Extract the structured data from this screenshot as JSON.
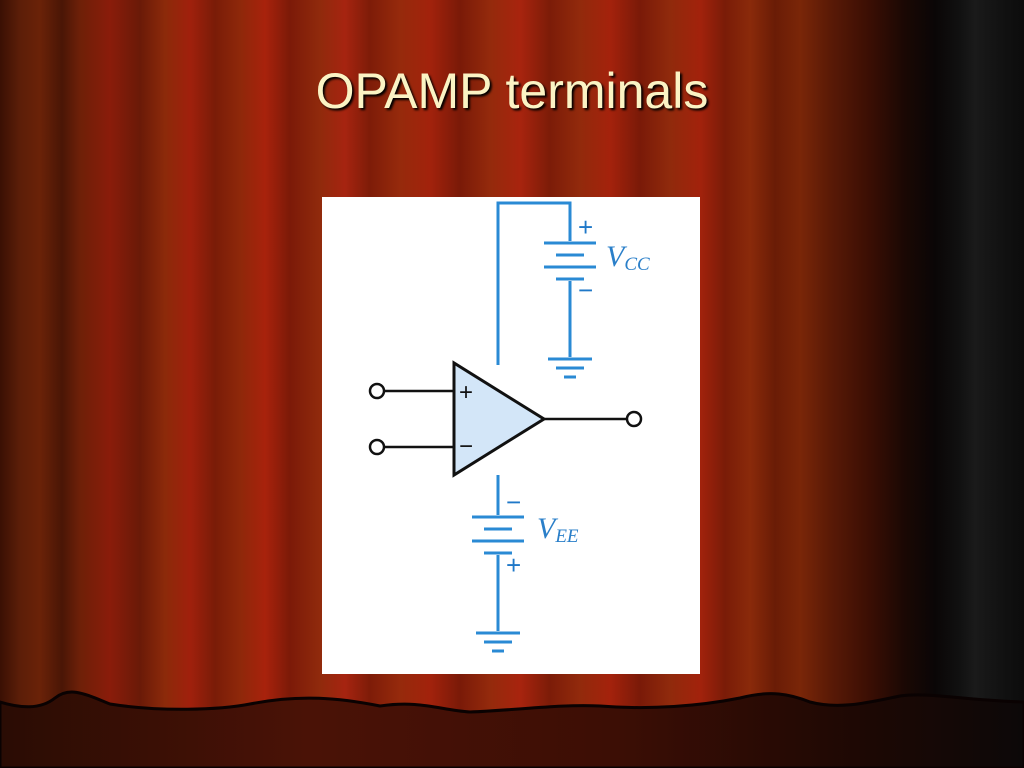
{
  "slide": {
    "title": "OPAMP terminals"
  },
  "diagram": {
    "vcc": {
      "symbol": "V",
      "subscript": "CC",
      "top_sign": "+",
      "bottom_sign": "−"
    },
    "vee": {
      "symbol": "V",
      "subscript": "EE",
      "top_sign": "−",
      "bottom_sign": "+"
    },
    "opamp": {
      "noninverting_sign": "+",
      "inverting_sign": "−"
    },
    "colors": {
      "wire": "#2a8ad4",
      "opamp_fill": "#d3e6f8",
      "opamp_stroke": "#111111",
      "label": "#2a7fc9"
    }
  },
  "theme": {
    "title_color": "#fbf3c4",
    "curtain_color": "#8c1c0a"
  }
}
